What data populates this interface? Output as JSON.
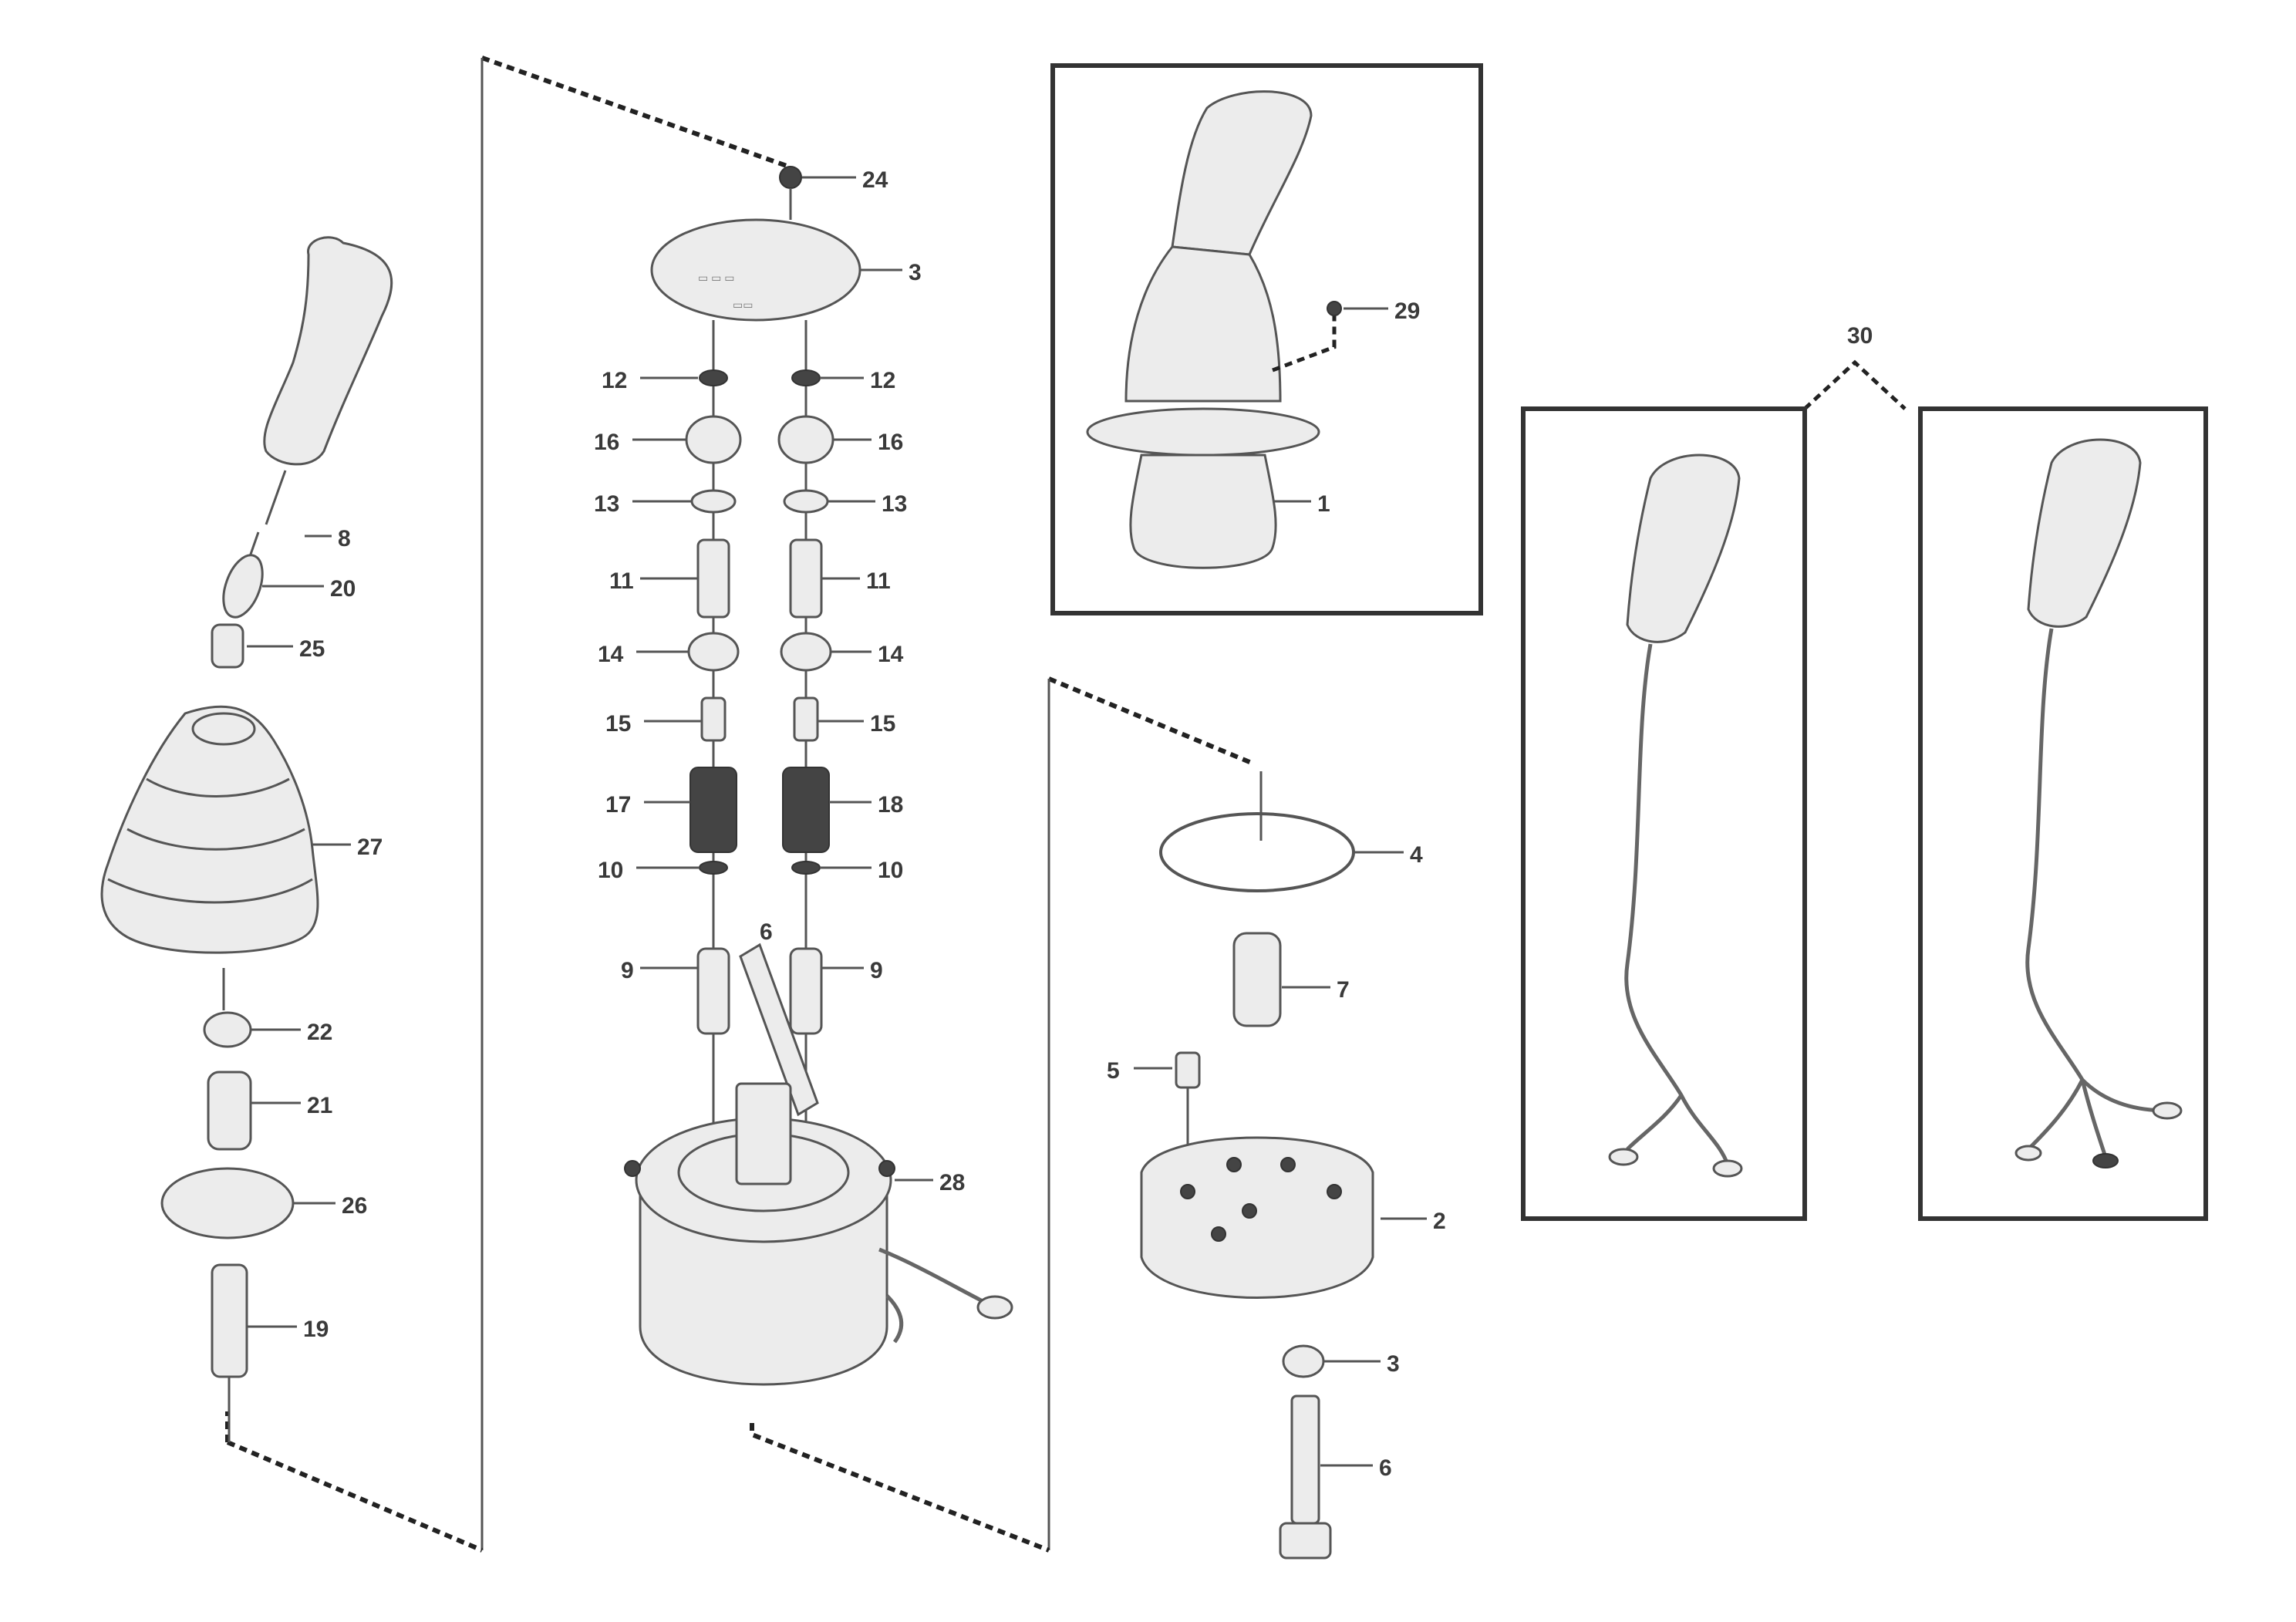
{
  "labels": {
    "lever_a": "8",
    "seal_a": "20",
    "boot_cap": "25",
    "bellows": "27",
    "nut_a": "22",
    "sleeve_a": "21",
    "plate_a": "26",
    "shaft_a": "19",
    "screw_top": "24",
    "top_plate": "3",
    "washer_l": "12",
    "bushing_l": "16",
    "ring_l": "13",
    "pin_l": "11",
    "guide_l": "14",
    "rod_l": "15",
    "spring_l": "17",
    "clip_l": "10",
    "plunger_l": "9",
    "washer_r": "12",
    "bushing_r": "16",
    "ring_r": "13",
    "pin_r": "11",
    "guide_r": "14",
    "rod_r": "15",
    "spring_r": "18",
    "clip_r": "10",
    "plunger_r": "9",
    "rod_center": "6",
    "housing": "28",
    "handle_detail": "29",
    "handle_bottom": "1",
    "o_ring": "4",
    "sleeve_b": "7",
    "set_screw": "5",
    "base": "2",
    "nut_b": "3",
    "bolt": "6",
    "handle_variants": "30"
  },
  "drawing_ref": {
    "line1": "",
    "line2": "",
    "code": ""
  }
}
